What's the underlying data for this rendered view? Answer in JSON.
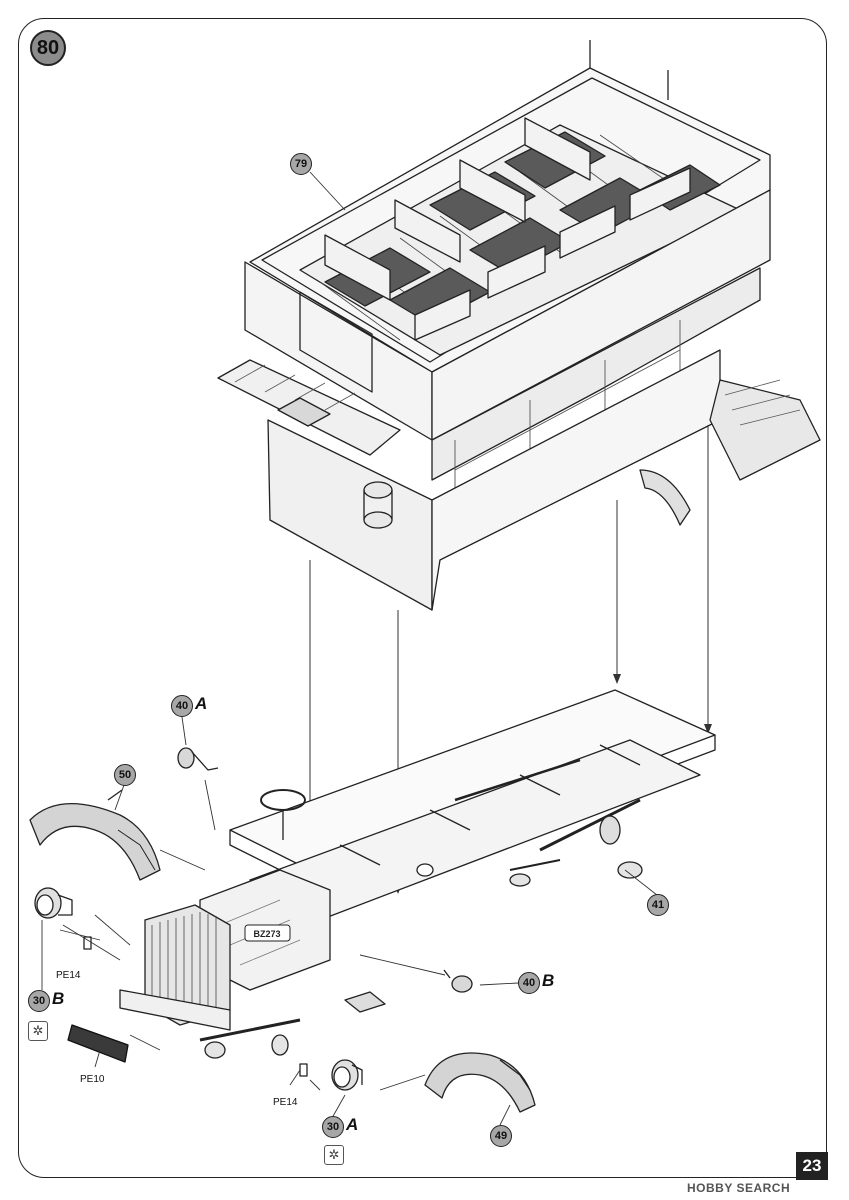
{
  "step_number": "80",
  "parts": [
    {
      "id": "p79",
      "label": "79"
    },
    {
      "id": "p40a",
      "label": "40",
      "letter": "A"
    },
    {
      "id": "p50",
      "label": "50"
    },
    {
      "id": "p41",
      "label": "41"
    },
    {
      "id": "p40b",
      "label": "40",
      "letter": "B"
    },
    {
      "id": "p30b",
      "label": "30",
      "letter": "B"
    },
    {
      "id": "p30a",
      "label": "30",
      "letter": "A"
    },
    {
      "id": "p49",
      "label": "49"
    }
  ],
  "photo_etch": {
    "pe14_left": "PE14",
    "pe10": "PE10",
    "pe14_bottom": "PE14"
  },
  "grille_badge": "BZ273",
  "page_number": "23",
  "watermark": "HOBBY SEARCH",
  "icons": [
    "glue-icon",
    "glue-icon"
  ]
}
